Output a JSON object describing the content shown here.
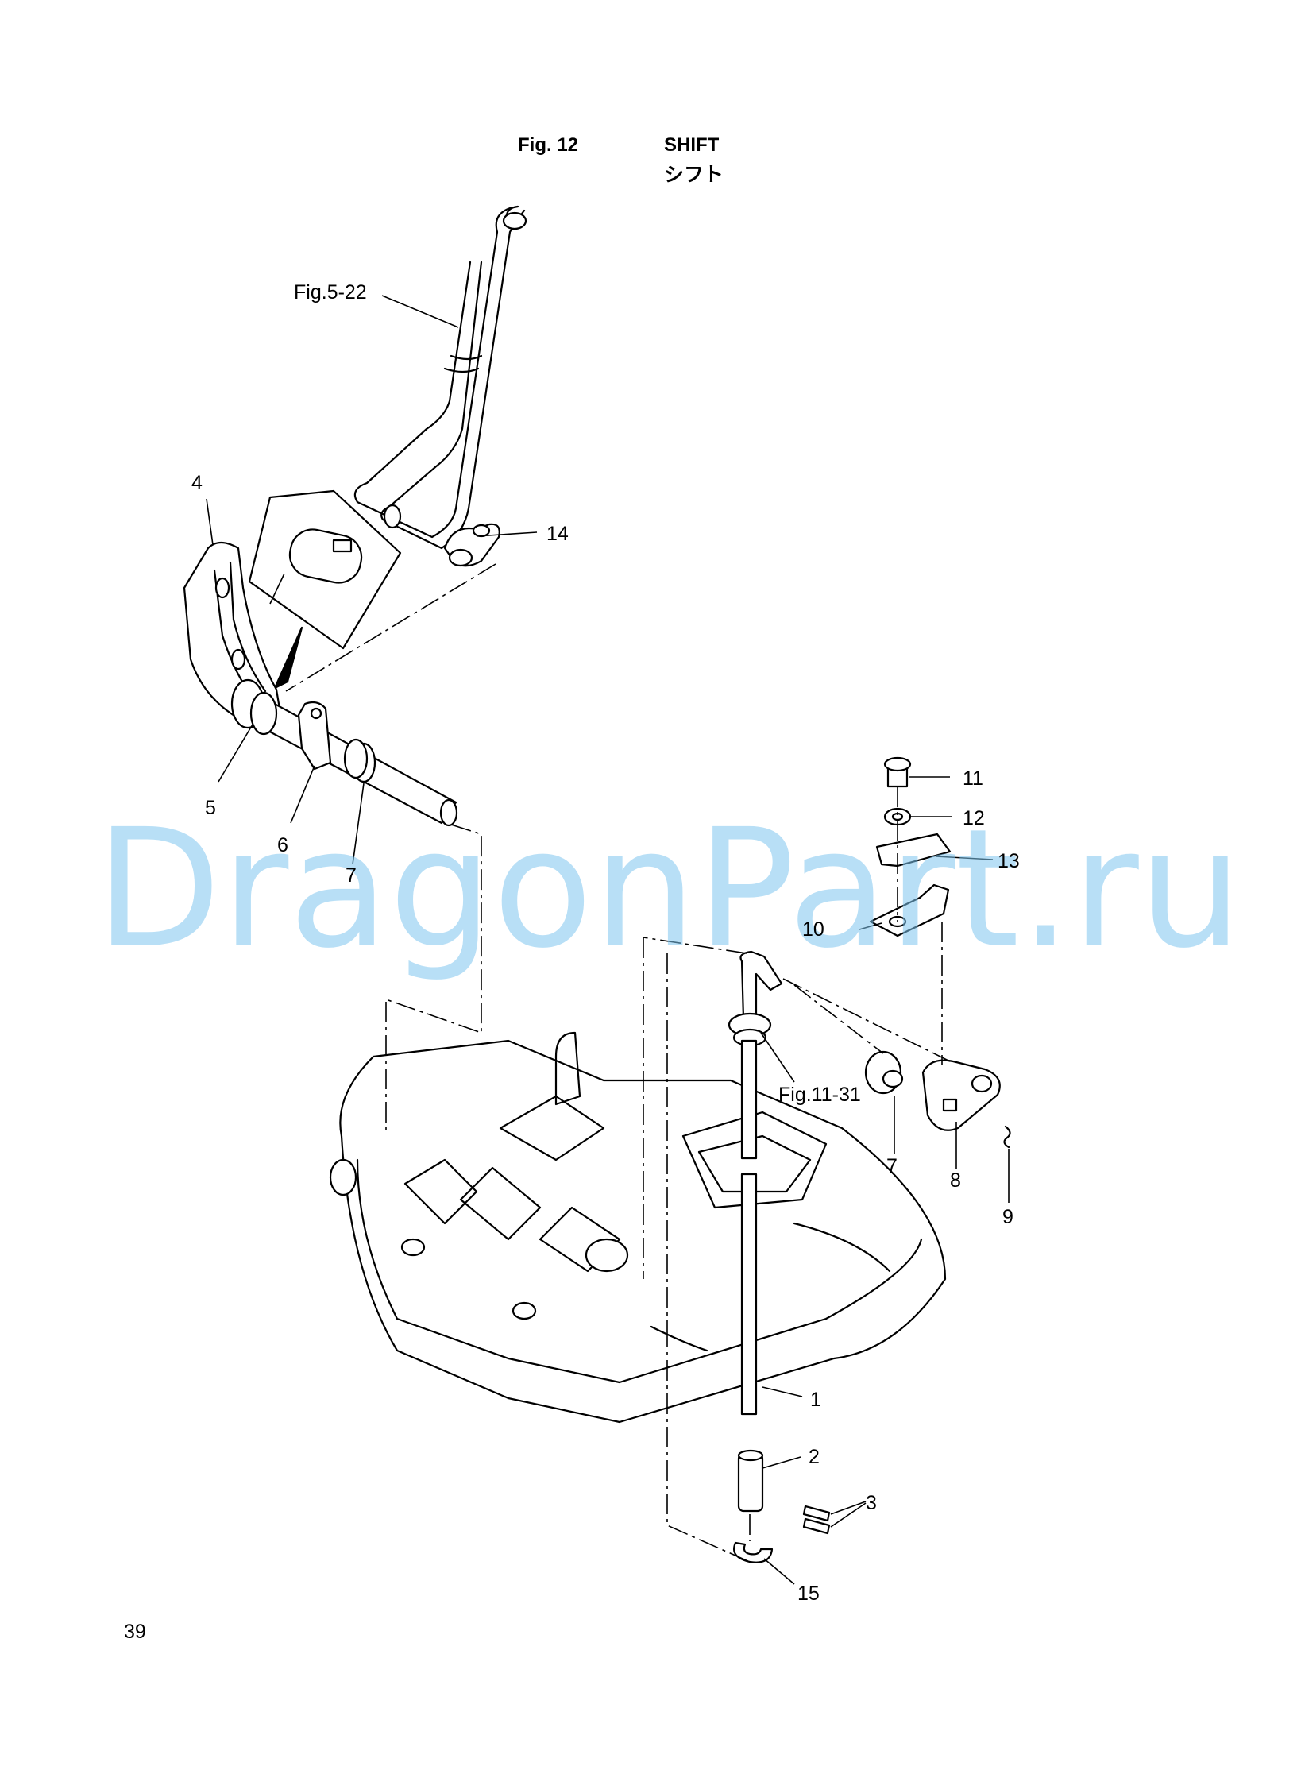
{
  "header": {
    "figure_number": "Fig. 12",
    "title": "SHIFT",
    "title_jp": "シフト"
  },
  "page_number": "39",
  "watermark": "DragonPart.ru",
  "watermark_color": "#7fc6f0",
  "callouts": {
    "ref_fig5_22": "Fig.5-22",
    "ref_fig11_31": "Fig.11-31",
    "p1": "1",
    "p2": "2",
    "p3": "3",
    "p4": "4",
    "p5": "5",
    "p6": "6",
    "p7a": "7",
    "p7b": "7",
    "p8": "8",
    "p9": "9",
    "p10": "10",
    "p11": "11",
    "p12": "12",
    "p13": "13",
    "p14": "14",
    "p15": "15"
  }
}
